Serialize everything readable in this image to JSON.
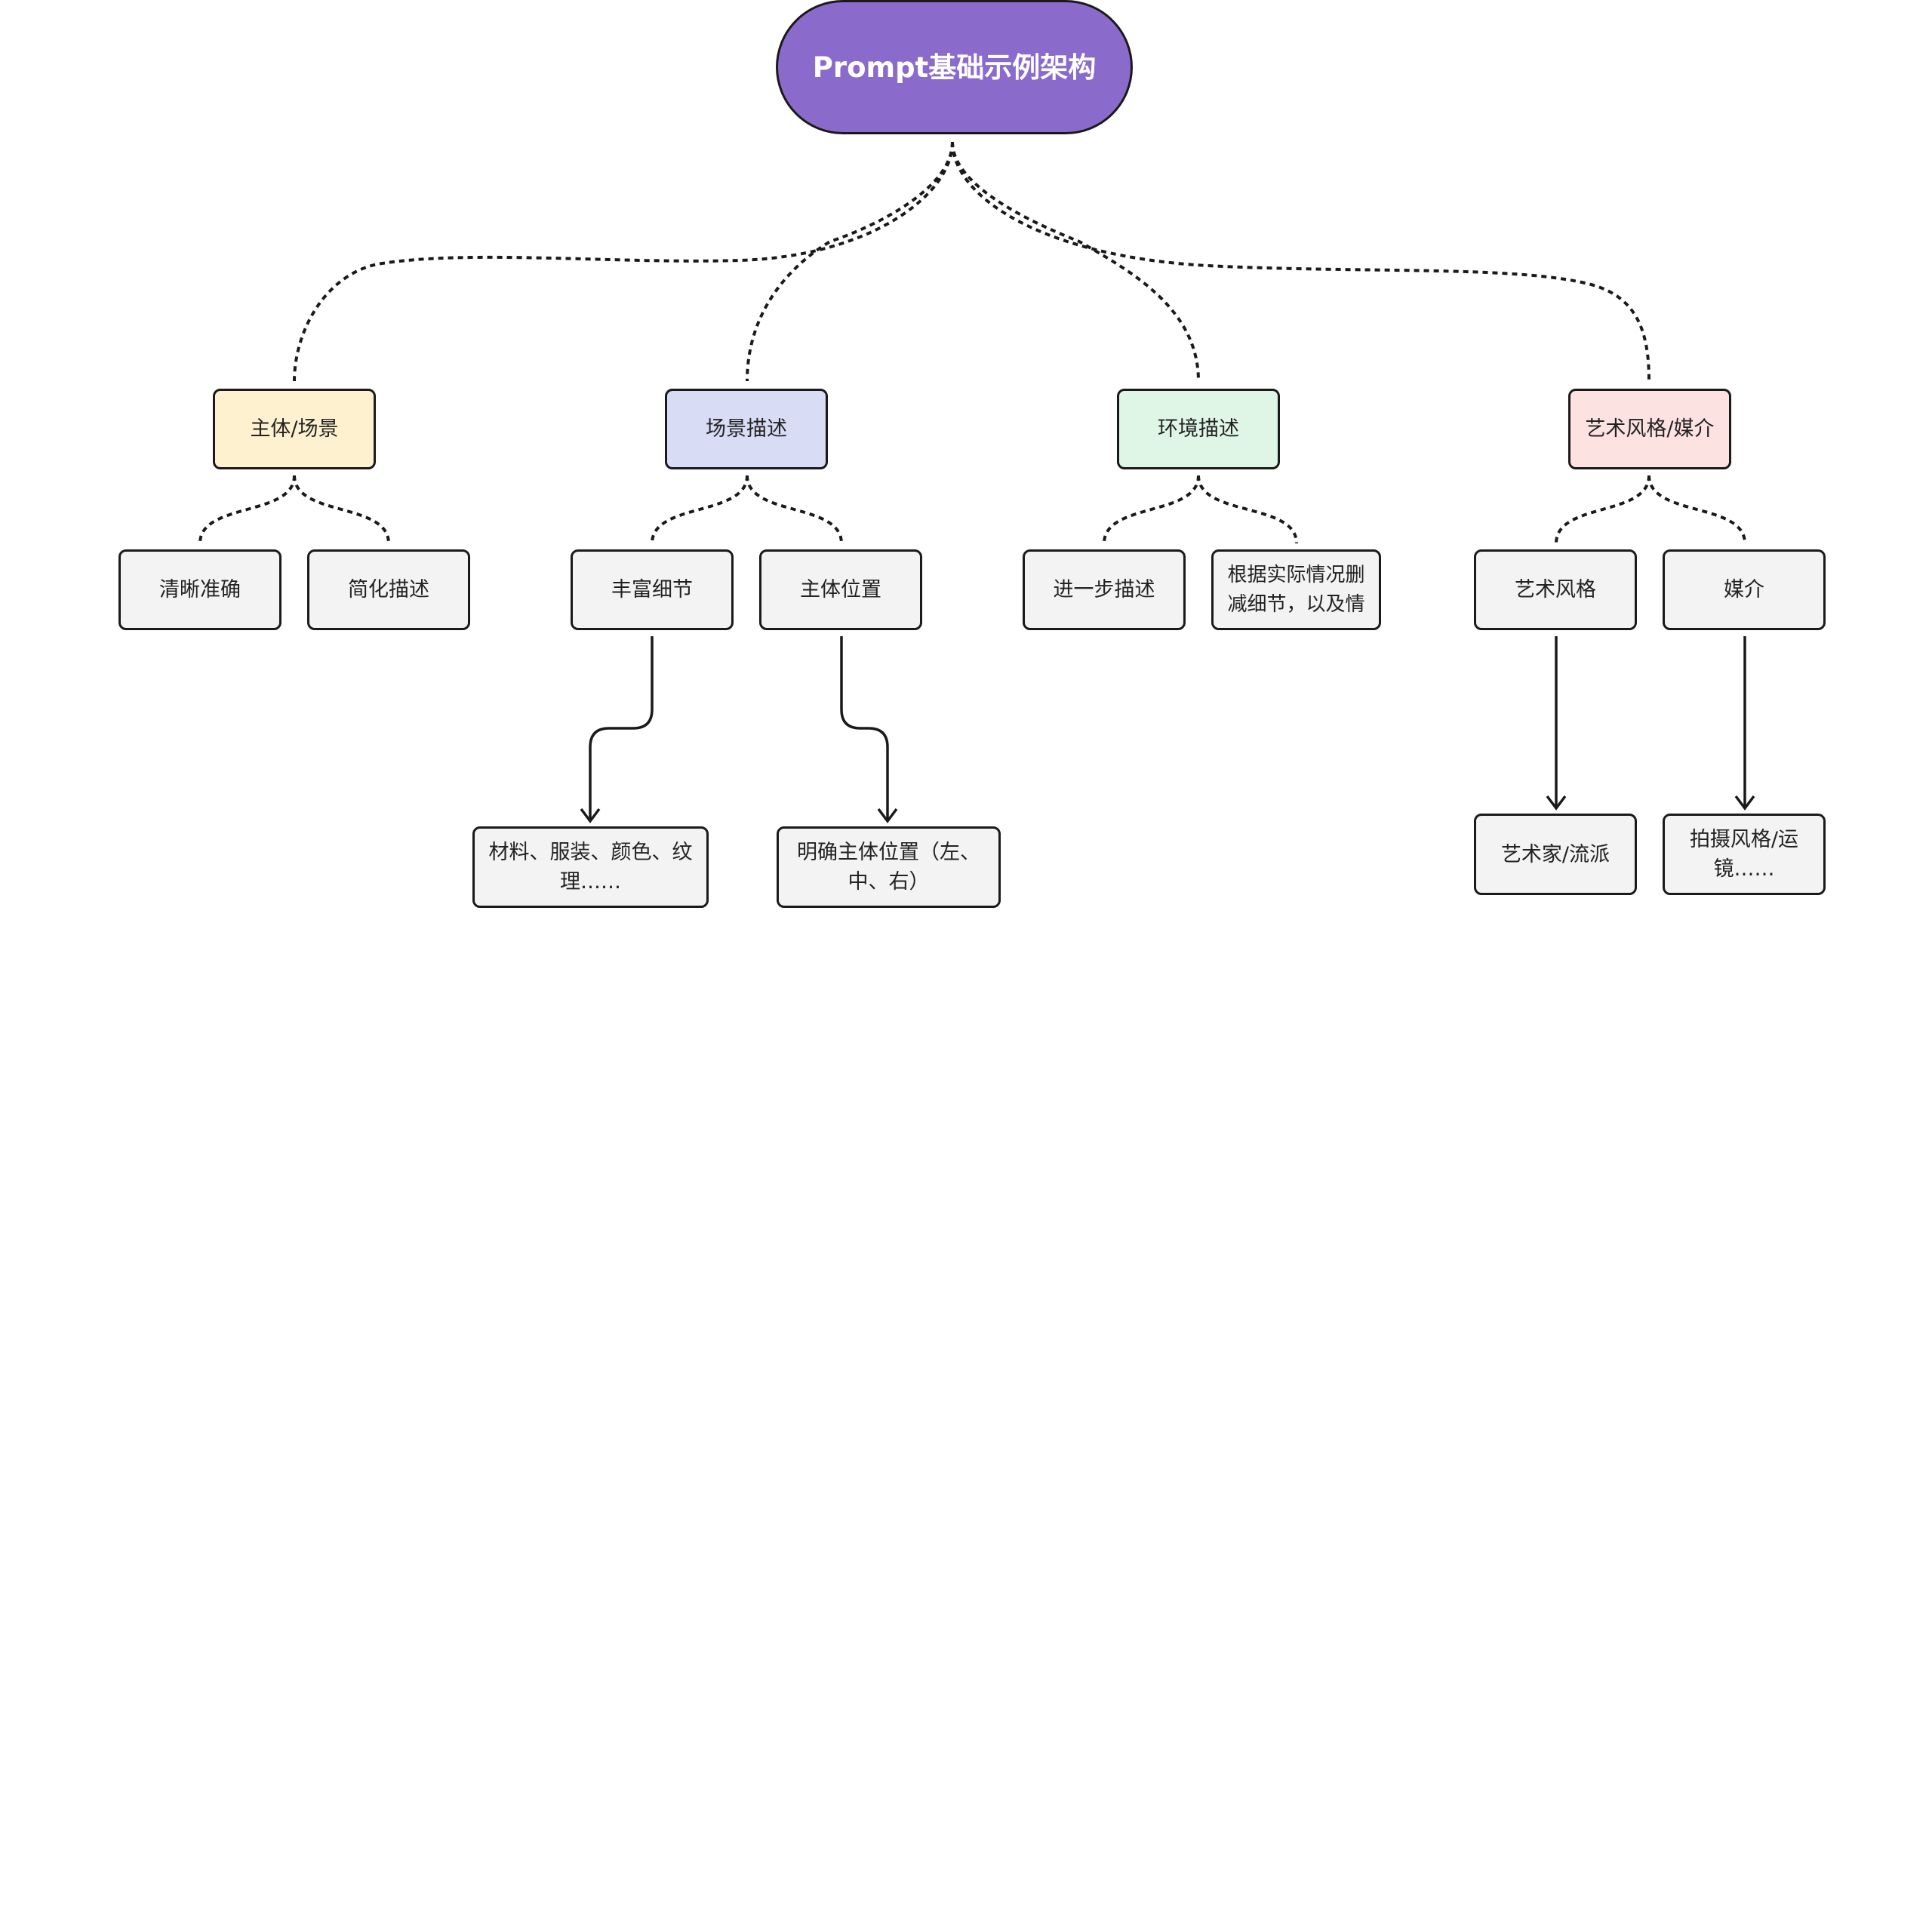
{
  "root": {
    "label": "Prompt基础示例架构",
    "color": "#8a6bcc"
  },
  "categories": [
    {
      "label": "主体/场景",
      "color": "#fdf1cf",
      "children": [
        {
          "label": "清晰准确"
        },
        {
          "label": "简化描述"
        }
      ]
    },
    {
      "label": "场景描述",
      "color": "#d9dcf5",
      "children": [
        {
          "label": "丰富细节",
          "detail": "材料、服装、颜色、纹理……"
        },
        {
          "label": "主体位置",
          "detail": "明确主体位置（左、中、右）"
        }
      ]
    },
    {
      "label": "环境描述",
      "color": "#dff5e6",
      "children": [
        {
          "label": "进一步描述"
        },
        {
          "label": "根据实际情况删减细节，以及情"
        }
      ]
    },
    {
      "label": "艺术风格/媒介",
      "color": "#fde2e2",
      "children": [
        {
          "label": "艺术风格",
          "detail": "艺术家/流派"
        },
        {
          "label": "媒介",
          "detail": "拍摄风格/运镜……"
        }
      ]
    }
  ],
  "colors": {
    "node_fill": "#f3f3f3",
    "line": "#1a1a1a"
  }
}
